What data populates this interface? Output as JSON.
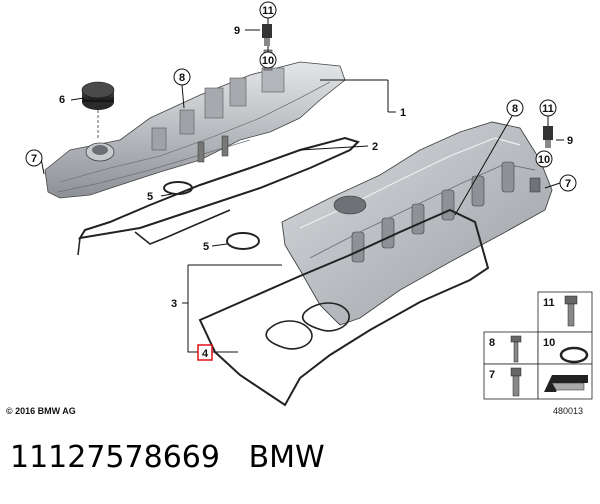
{
  "callouts": {
    "c1": "1",
    "c2": "2",
    "c3": "3",
    "c4": "4",
    "c5a": "5",
    "c5b": "5",
    "c6": "6",
    "c7a": "7",
    "c7b": "7",
    "c8a": "8",
    "c8b": "8",
    "c9a": "9",
    "c9b": "9",
    "c10a": "10",
    "c10b": "10",
    "c11a": "11",
    "c11b": "11"
  },
  "legend": {
    "l11": "11",
    "l8": "8",
    "l10": "10",
    "l7": "7"
  },
  "copyright": "© 2016 BMW AG",
  "drawing_id": "480013",
  "footer": {
    "part_number": "11127578669",
    "brand": "BMW"
  },
  "colors": {
    "highlight": "#e0101a",
    "line": "#111111",
    "metal": "#b8bcc0"
  }
}
